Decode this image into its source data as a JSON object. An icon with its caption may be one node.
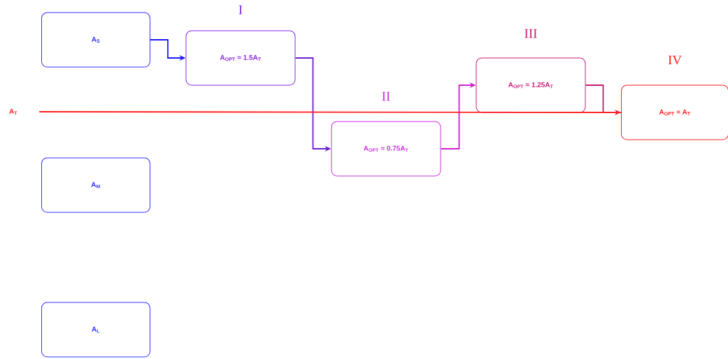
{
  "diagram": {
    "nodes": [
      {
        "text": [
          "A$_{S}$"
        ]
      },
      {
        "text": [
          "A$_{OPT}$ ≈ 1.5A$_{T}$"
        ],
        "beside": [
          "I"
        ]
      },
      {
        "text": [
          "A$_{OPT}$ ≈ 0.75A$_{T}$"
        ],
        "beside": [
          "II"
        ]
      },
      {
        "text": [
          "A$_{OPT}$ ≈ 1.25A$_{T}$"
        ],
        "beside": [
          "III"
        ]
      },
      {
        "text": [
          "A$_{OPT}$ ≈ A$_{T}$"
        ],
        "beside": [
          "IV"
        ]
      },
      {
        "text": [
          "A$_{T}$"
        ]
      },
      {
        "text": [
          "A$_{M}$"
        ]
      },
      {
        "text": [
          "A$_{L}$"
        ]
      }
    ],
    "edges": [
      {
        "from": 0,
        "to": 1,
        "arrow": "to",
        "color": "#1a1aff"
      },
      {
        "from": 1,
        "to": 2,
        "arrow": "to",
        "color": "#6a1fd0"
      },
      {
        "from": 2,
        "to": 3,
        "arrow": "to",
        "color": "#cc22cc"
      },
      {
        "from": 3,
        "to": 4,
        "arrow": "to",
        "color": "#c41a6e"
      },
      {
        "from": 5,
        "to": 4,
        "arrow": "none",
        "color": "#ff2222"
      }
    ]
  }
}
